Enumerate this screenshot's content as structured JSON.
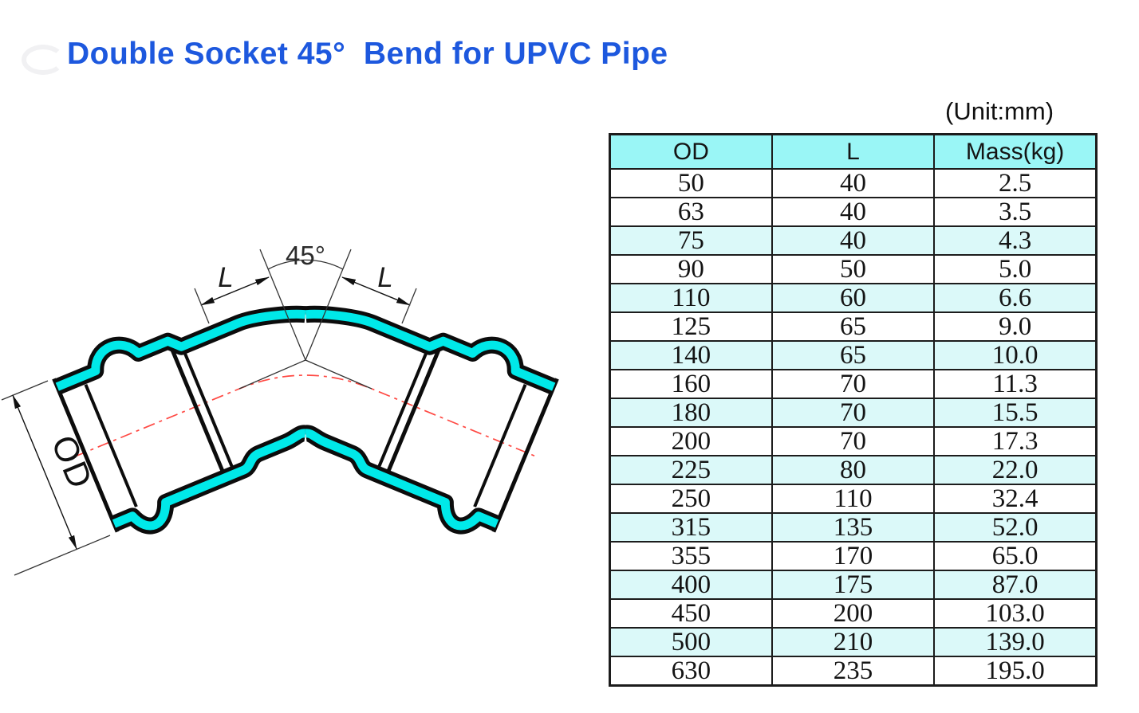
{
  "page": {
    "title": "Double Socket 45°  Bend for UPVC Pipe",
    "unit_note": "(Unit:mm)"
  },
  "colors": {
    "accent-blue": "#1d58de",
    "header-cyan": "#9af6f6",
    "row-cyan": "#dbf9f9",
    "pipe-cyan": "#00e9e9",
    "line-red": "#ff4943"
  },
  "diagram": {
    "angle_label": "45°",
    "length_label": "L",
    "od_label": "OD"
  },
  "table": {
    "headers": [
      "OD",
      "L",
      "Mass(kg)"
    ],
    "rows": [
      [
        "50",
        "40",
        "2.5"
      ],
      [
        "63",
        "40",
        "3.5"
      ],
      [
        "75",
        "40",
        "4.3"
      ],
      [
        "90",
        "50",
        "5.0"
      ],
      [
        "110",
        "60",
        "6.6"
      ],
      [
        "125",
        "65",
        "9.0"
      ],
      [
        "140",
        "65",
        "10.0"
      ],
      [
        "160",
        "70",
        "11.3"
      ],
      [
        "180",
        "70",
        "15.5"
      ],
      [
        "200",
        "70",
        "17.3"
      ],
      [
        "225",
        "80",
        "22.0"
      ],
      [
        "250",
        "110",
        "32.4"
      ],
      [
        "315",
        "135",
        "52.0"
      ],
      [
        "355",
        "170",
        "65.0"
      ],
      [
        "400",
        "175",
        "87.0"
      ],
      [
        "450",
        "200",
        "103.0"
      ],
      [
        "500",
        "210",
        "139.0"
      ],
      [
        "630",
        "235",
        "195.0"
      ]
    ]
  }
}
